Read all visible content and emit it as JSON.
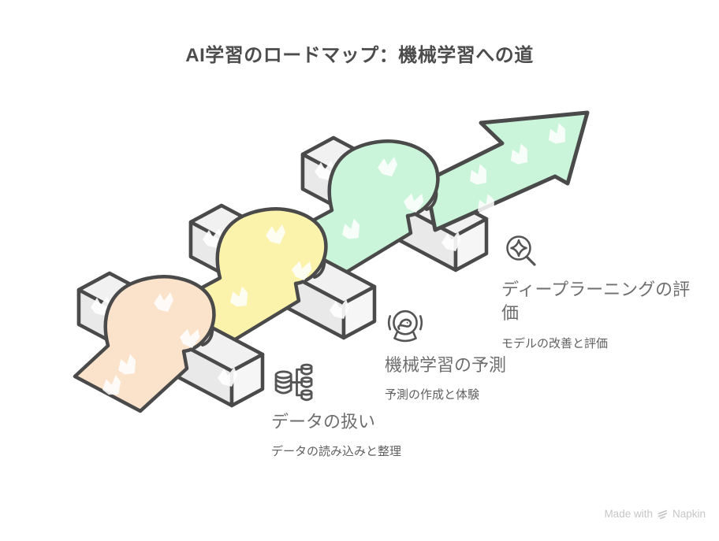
{
  "title": "AI学習のロードマップ：機械学習への道",
  "diagram": {
    "type": "roadmap-ribbon",
    "description_of_art": "isometric ribbon draped over three beams ending in an arrow",
    "arrow_color": "#cbf5da"
  },
  "steps": [
    {
      "heading": "データの扱い",
      "description": "データの読み込みと整理",
      "icon": "database-tree-icon",
      "ribbon_color": "#fbe3cb"
    },
    {
      "heading": "機械学習の予測",
      "description": "予測の作成と体験",
      "icon": "crystal-ball-icon",
      "ribbon_color": "#fbf2ab"
    },
    {
      "heading": "ディープラーニングの評価",
      "description": "モデルの改善と評価",
      "icon": "sparkle-magnifier-icon",
      "ribbon_color": "#cbf5da"
    }
  ],
  "colors": {
    "outline": "#4a4a4a",
    "beam_top": "#f1f1f1",
    "beam_front": "#e9e9e9",
    "beam_cap_right": "#f6f6f6",
    "beam_cap_left": "#e2e2e2",
    "curl_underside": "#fdfdfd",
    "title_text": "#4c4c4c",
    "heading_text": "#6e6e6e",
    "description_text": "#606060",
    "icon_stroke": "#555555",
    "watermark_text": "#c6c6c6"
  },
  "watermark": {
    "prefix": "Made with",
    "brand": "Napkin",
    "logo": "napkin-logo-icon"
  }
}
